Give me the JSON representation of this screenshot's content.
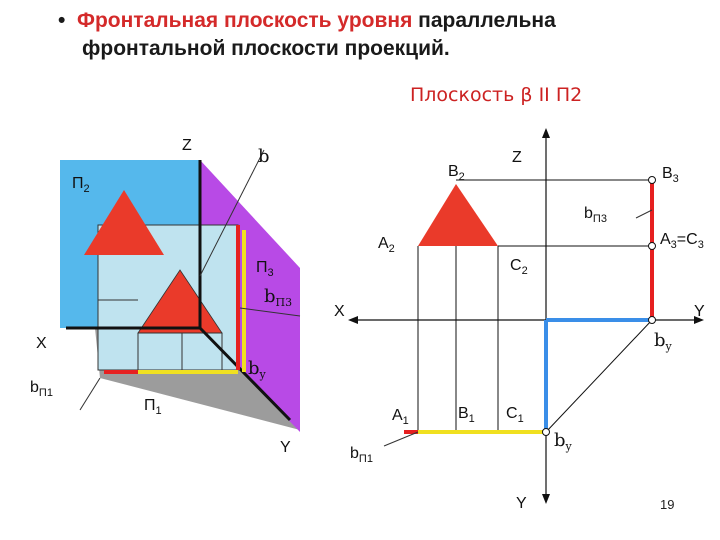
{
  "title": {
    "bullet": "•",
    "part_red": "Фронтальная плоскость уровня",
    "part_black": " параллельна",
    "line2": "фронтальной плоскости проекций."
  },
  "subtitle": {
    "prefix": "Плоскость",
    "beta": "β",
    "parallel": "II",
    "plane": "П2"
  },
  "left_view": {
    "z_axis": "Z",
    "x_axis": "X",
    "y_axis": "Y",
    "plane_b": "b",
    "p2": {
      "main": "П",
      "sub": "2"
    },
    "p3": {
      "main": "П",
      "sub": "3"
    },
    "p1": {
      "main": "П",
      "sub": "1"
    },
    "bp3": {
      "main": "b",
      "sub": "П3"
    },
    "by": {
      "main": "b",
      "sub": "y"
    },
    "bp1": {
      "main": "b",
      "sub": "П1"
    }
  },
  "right_view": {
    "z_axis": "Z",
    "x_axis": "X",
    "y_top": "Y",
    "y_bottom": "Y",
    "B2": {
      "main": "B",
      "sub": "2"
    },
    "B3": {
      "main": "B",
      "sub": "3"
    },
    "bp3": {
      "main": "b",
      "sub": "П3"
    },
    "A2": {
      "main": "A",
      "sub": "2"
    },
    "A3C3": {
      "a": "A",
      "a_sub": "3",
      "eq": "=",
      "c": "C",
      "c_sub": "3"
    },
    "C2": {
      "main": "C",
      "sub": "2"
    },
    "by_right": {
      "main": "b",
      "sub": "y"
    },
    "A1": {
      "main": "A",
      "sub": "1"
    },
    "B1": {
      "main": "B",
      "sub": "1"
    },
    "C1": {
      "main": "C",
      "sub": "1"
    },
    "by_bottom": {
      "main": "b",
      "sub": "y"
    },
    "bp1": {
      "main": "b",
      "sub": "П1"
    }
  },
  "page_number": "19",
  "colors": {
    "title_red": "#d42a2a",
    "blue_plane": "#55b8ec",
    "purple_plane": "#b84ae6",
    "grey_plane": "#9c9c9c",
    "light_plane": "#bfe3ef",
    "triangle": "#ea3a2a",
    "red_line": "#e62020",
    "yellow_line": "#f0e020",
    "blue_line": "#3a8ee8"
  }
}
